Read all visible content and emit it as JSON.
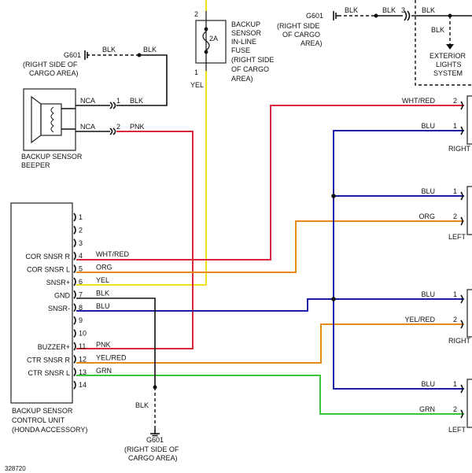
{
  "colors": {
    "blk": "#111111",
    "yel": "#f2e21a",
    "red": "#d8283c",
    "org": "#e88a1a",
    "blu": "#1c1ca8",
    "grn": "#3cc83c"
  },
  "ground_top_left": {
    "id": "G601",
    "wire1": "BLK",
    "wire2": "BLK",
    "loc": [
      "(RIGHT SIDE OF",
      "CARGO AREA)"
    ]
  },
  "ground_top_mid": {
    "id": "G601",
    "wire1": "BLK",
    "wire2": "BLK",
    "pin": "3",
    "wire3": "BLK",
    "loc": [
      "(RIGHT SIDE",
      "OF CARGO",
      "AREA)"
    ]
  },
  "exterior": {
    "wire": "BLK",
    "label": [
      "EXTERIOR",
      "LIGHTS",
      "SYSTEM"
    ]
  },
  "fuse": {
    "pin_top": "2",
    "pin_bottom": "1",
    "rating": "2A",
    "wire": "YEL",
    "label": [
      "BACKUP",
      "SENSOR",
      "IN-LINE",
      "FUSE",
      "(RIGHT SIDE",
      "OF CARGO",
      "AREA)"
    ]
  },
  "beeper": {
    "label": [
      "BACKUP SENSOR",
      "BEEPER"
    ],
    "pins": [
      {
        "name": "NCA",
        "num": "1",
        "wire": "BLK"
      },
      {
        "name": "NCA",
        "num": "2",
        "wire": "PNK"
      }
    ]
  },
  "control_unit": {
    "label": [
      "BACKUP SENSOR",
      "CONTROL UNIT",
      "(HONDA ACCESSORY)"
    ],
    "pins": [
      {
        "num": "1",
        "name": "",
        "wire": ""
      },
      {
        "num": "2",
        "name": "",
        "wire": ""
      },
      {
        "num": "3",
        "name": "",
        "wire": ""
      },
      {
        "num": "4",
        "name": "COR SNSR R",
        "wire": "WHT/RED"
      },
      {
        "num": "5",
        "name": "COR SNSR L",
        "wire": "ORG"
      },
      {
        "num": "6",
        "name": "SNSR+",
        "wire": "YEL"
      },
      {
        "num": "7",
        "name": "GND",
        "wire": "BLK"
      },
      {
        "num": "8",
        "name": "SNSR-",
        "wire": "BLU"
      },
      {
        "num": "9",
        "name": "",
        "wire": ""
      },
      {
        "num": "10",
        "name": "",
        "wire": ""
      },
      {
        "num": "11",
        "name": "BUZZER+",
        "wire": "PNK"
      },
      {
        "num": "12",
        "name": "CTR SNSR R",
        "wire": "YEL/RED"
      },
      {
        "num": "13",
        "name": "CTR SNSR L",
        "wire": "GRN"
      },
      {
        "num": "14",
        "name": "",
        "wire": ""
      }
    ]
  },
  "bottom_ground": {
    "wire": "BLK",
    "id": "G601",
    "loc": [
      "(RIGHT SIDE OF",
      "CARGO AREA)"
    ]
  },
  "right_sensors": [
    {
      "wires": [
        {
          "color": "WHT/RED",
          "pin": "2"
        },
        {
          "color": "BLU",
          "pin": "1"
        }
      ],
      "label": "RIGHT"
    },
    {
      "wires": [
        {
          "color": "BLU",
          "pin": "1"
        },
        {
          "color": "ORG",
          "pin": "2"
        }
      ],
      "label": "LEFT"
    },
    {
      "wires": [
        {
          "color": "BLU",
          "pin": "1"
        },
        {
          "color": "YEL/RED",
          "pin": "2"
        }
      ],
      "label": "RIGHT"
    },
    {
      "wires": [
        {
          "color": "BLU",
          "pin": "1"
        },
        {
          "color": "GRN",
          "pin": "2"
        }
      ],
      "label": "LEFT"
    }
  ],
  "figure_id": "328720"
}
